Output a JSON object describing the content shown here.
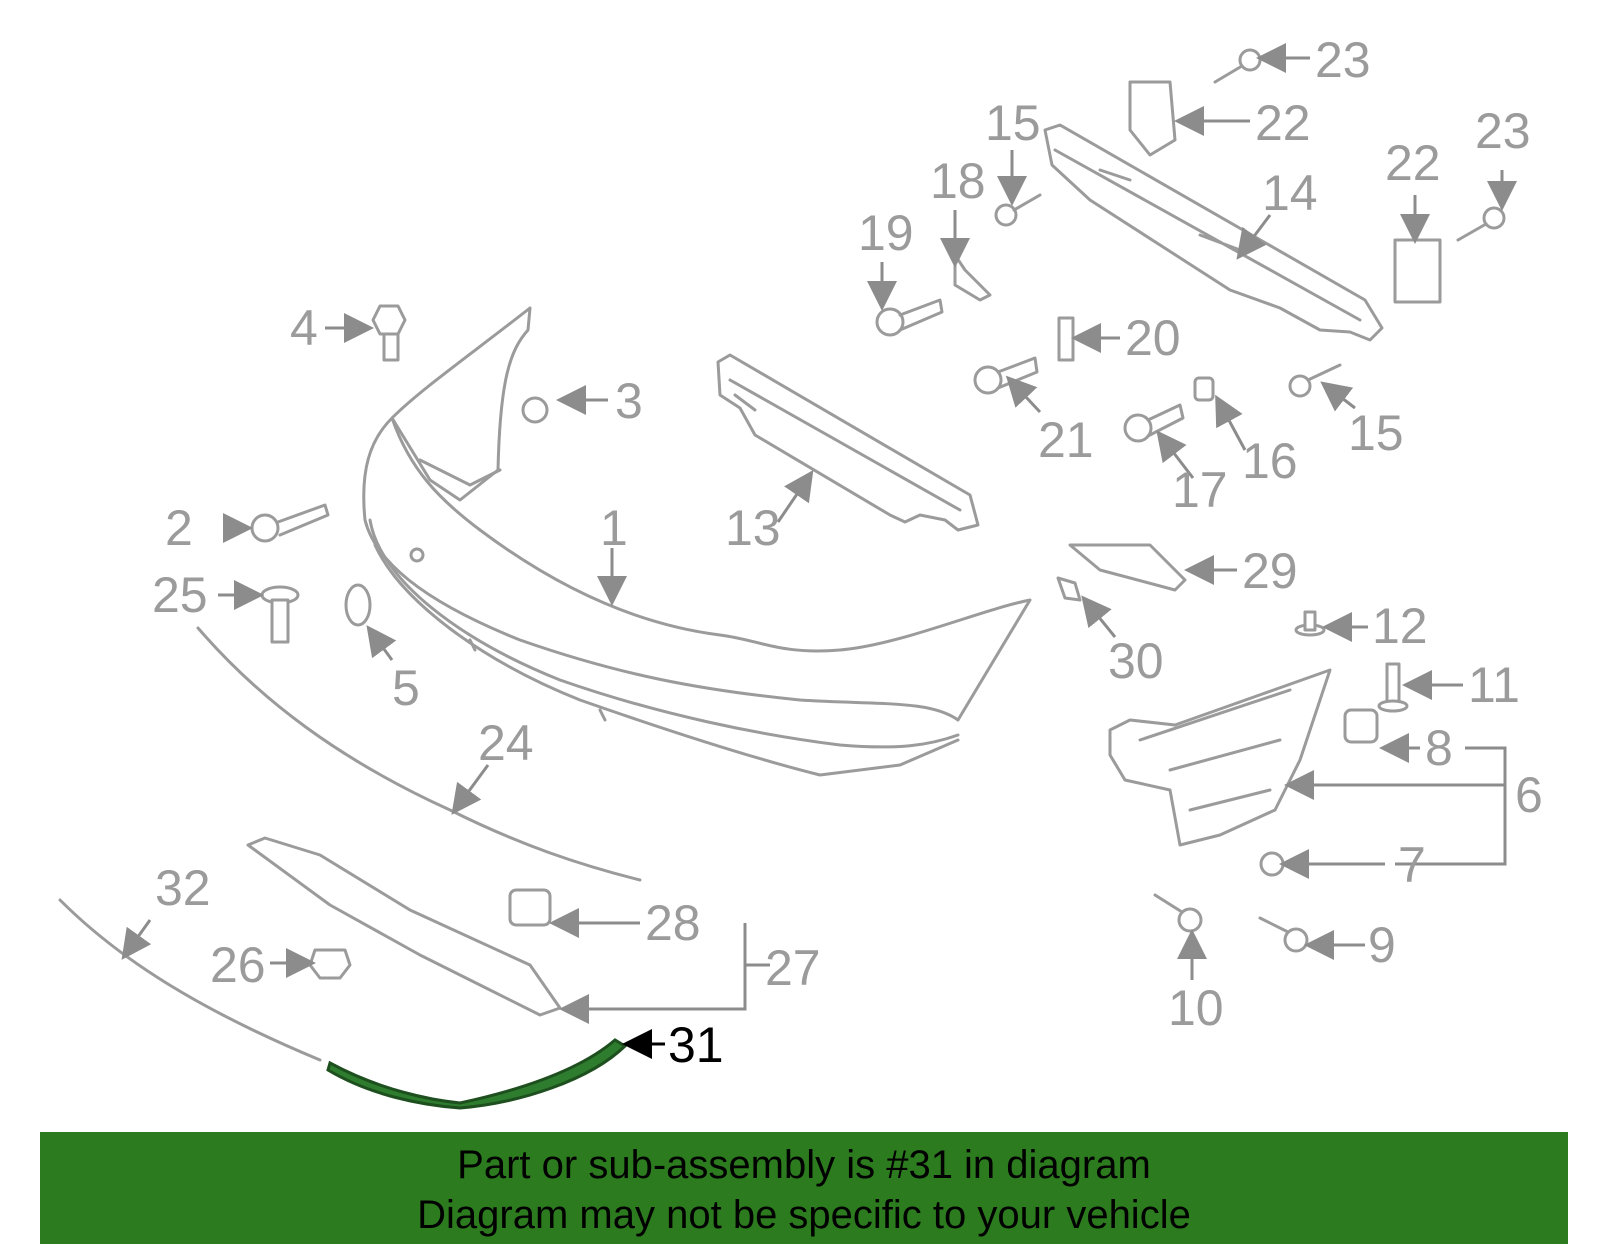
{
  "highlighted_part": "31",
  "callouts": [
    "1",
    "2",
    "3",
    "4",
    "5",
    "6",
    "7",
    "8",
    "9",
    "10",
    "11",
    "12",
    "13",
    "14",
    "15",
    "15",
    "16",
    "17",
    "18",
    "19",
    "20",
    "21",
    "22",
    "22",
    "23",
    "23",
    "24",
    "25",
    "26",
    "27",
    "28",
    "29",
    "30",
    "31",
    "32"
  ],
  "colors": {
    "part_stroke": "#9b9b9b",
    "highlight_fill": "#2e7d2e",
    "banner_bg": "#2c7b1e",
    "highlight_label": "#000000"
  },
  "banner": {
    "line1": "Part or sub-assembly is #31 in diagram",
    "line2": "Diagram may not be specific to your vehicle"
  }
}
